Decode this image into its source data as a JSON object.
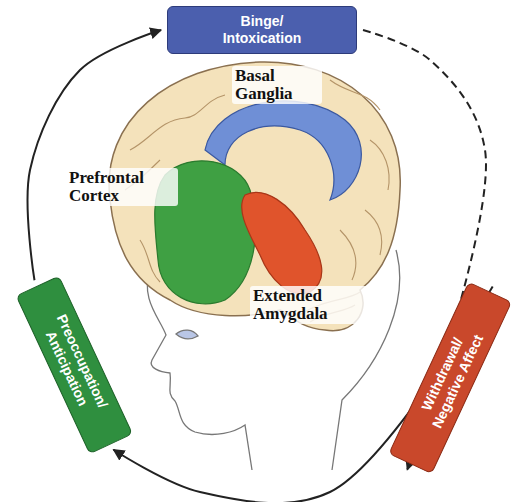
{
  "diagram": {
    "nodes": [
      {
        "text": [
          "Binge/ Intoxication"
        ]
      },
      {
        "text": [
          "Withdrawal/ Negative Affect"
        ]
      },
      {
        "text": [
          "Preoccupation/ Anticipation"
        ]
      }
    ],
    "edges": [
      {
        "from": 0,
        "to": 1,
        "arrow": "to"
      },
      {
        "from": 1,
        "to": 2,
        "arrow": "to"
      },
      {
        "from": 2,
        "to": 0,
        "arrow": "to"
      }
    ],
    "labels": [
      "Basal Ganglia",
      "Prefrontal Cortex",
      "Extended Amygdala"
    ]
  }
}
